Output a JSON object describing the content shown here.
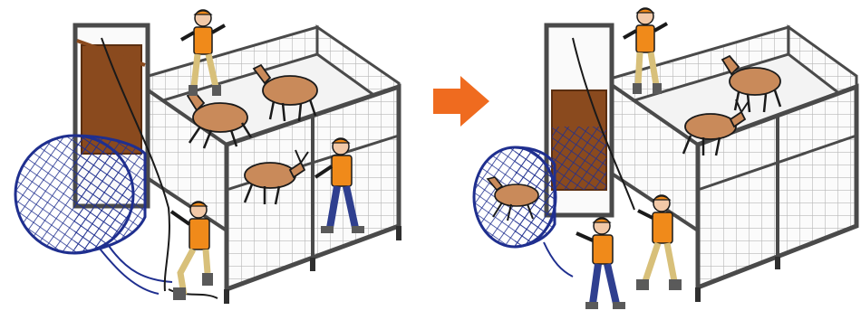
{
  "panels": [
    {
      "id": "before",
      "description_key": "panel-before"
    },
    {
      "id": "after",
      "description_key": "panel-after"
    }
  ],
  "colors": {
    "background": "#ffffff",
    "frame": "#4a4a4a",
    "frame_dark": "#2f2f2f",
    "mesh": "#bdbdbd",
    "floor": "#f4f4f4",
    "gate_wood": "#8a4a1e",
    "net": "#1f2f8f",
    "deer": "#c98a5a",
    "deer_dark": "#8a5a34",
    "vest": "#f08a1a",
    "skin": "#f2c9a8",
    "trousers_blue": "#2f3f8f",
    "trousers_khaki": "#d8c07a",
    "boots": "#5a5a5a",
    "arrow": "#ef6b1f",
    "outline": "#1a1a1a"
  },
  "icons": {
    "arrow": "right-arrow-icon",
    "net": "capture-net-icon"
  }
}
